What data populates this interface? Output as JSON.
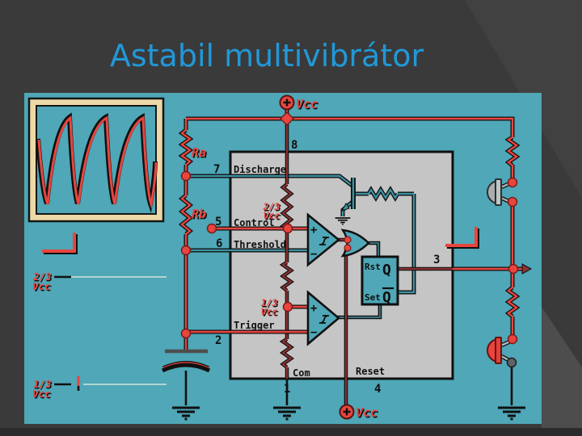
{
  "title": "Astabil multivibrátor",
  "circuit": {
    "supply_top": "Vcc",
    "supply_bottom": "Vcc",
    "resistor_a": "Ra",
    "resistor_b": "Rb",
    "pins": {
      "p8": "8",
      "p7": "7",
      "p5": "5",
      "p6": "6",
      "p2": "2",
      "p1": "1",
      "p4": "4",
      "p3": "3"
    },
    "pin_names": {
      "discharge": "Discharge",
      "control": "Control",
      "threshold": "Threshold",
      "trigger": "Trigger",
      "com": "Com",
      "reset": "Reset"
    },
    "internal_ref_upper": {
      "frac": "2/3",
      "unit": "Vcc"
    },
    "internal_ref_lower": {
      "frac": "1/3",
      "unit": "Vcc"
    },
    "left_ref_upper": {
      "frac": "2/3",
      "unit": "Vcc"
    },
    "left_ref_lower": {
      "frac": "1/3",
      "unit": "Vcc"
    },
    "comparator": {
      "plus": "+",
      "minus": "−"
    },
    "flipflop": {
      "rst": "Rst",
      "set": "Set",
      "q": "Q",
      "qbar": "Q"
    }
  },
  "inset": {
    "waveform": "capacitor charge-discharge sawtooth",
    "cycles": 3
  },
  "colors": {
    "slide_bg": "#3a3a3a",
    "panel_bg": "#4fa7b7",
    "ic_fill": "#c5c5c5",
    "wire_red": "#e8453f",
    "wire_maroon": "#8b3232",
    "wire_teal": "#3e93a3",
    "wire_slate": "#38727f",
    "title_blue": "#2198d8",
    "frame_beige": "#edd9a8",
    "led_off_gray": "#a9afb1"
  }
}
